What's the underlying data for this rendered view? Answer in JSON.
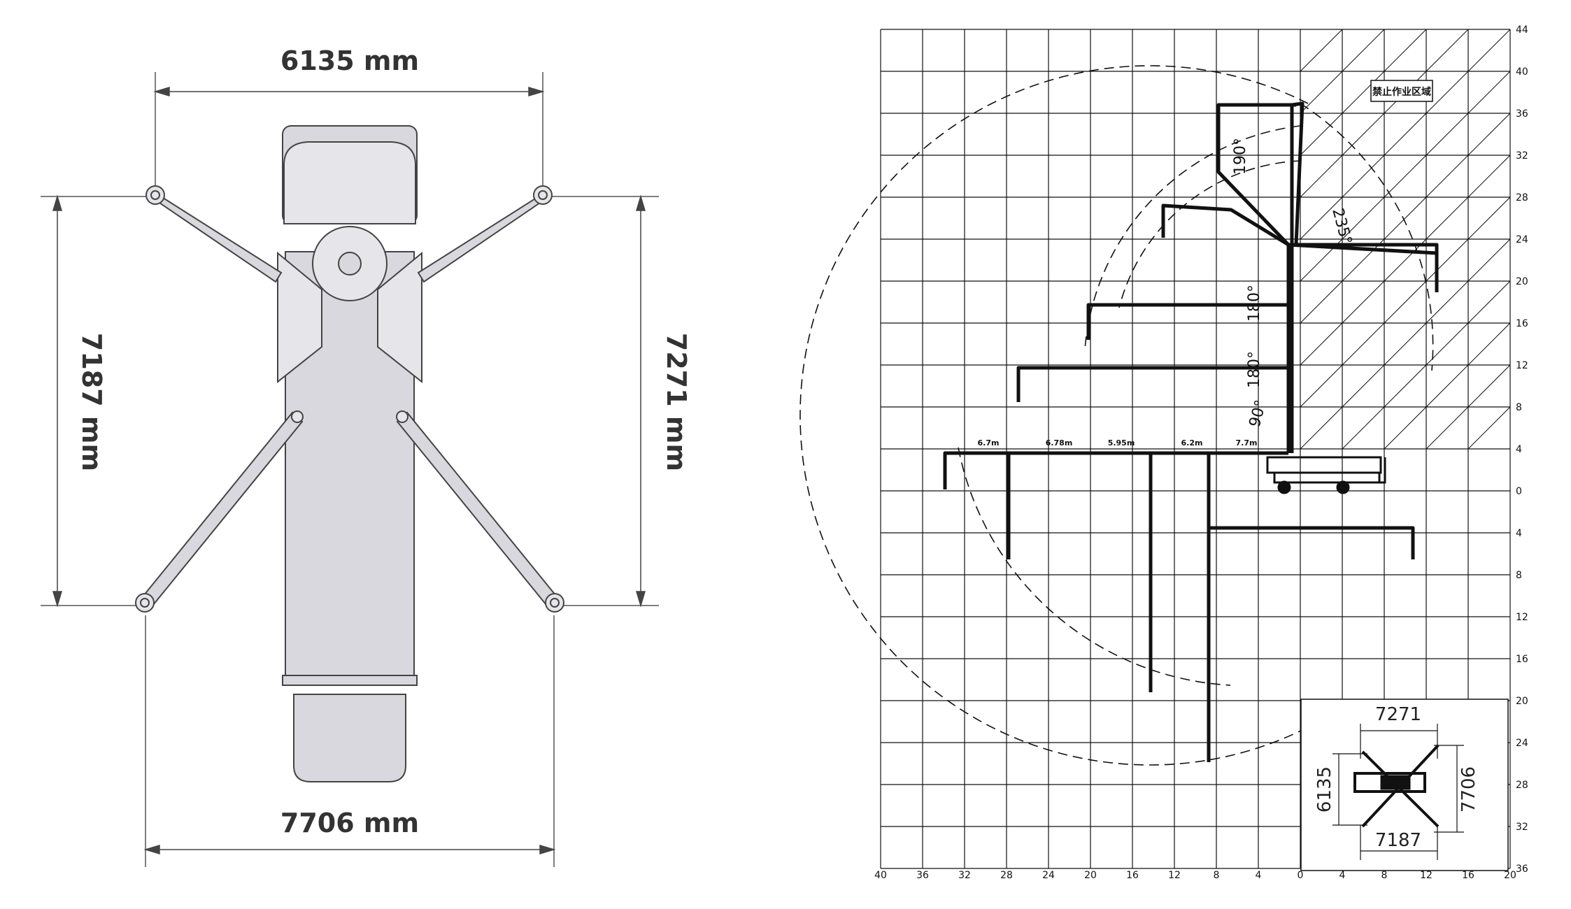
{
  "outrigger_top_view": {
    "front_span": "6135 mm",
    "rear_span": "7706 mm",
    "left_length": "7187 mm",
    "right_length": "7271 mm"
  },
  "reach_chart": {
    "forbidden_zone_label": "禁止作业区域",
    "x_ticks": [
      "40",
      "36",
      "32",
      "28",
      "24",
      "20",
      "16",
      "12",
      "8",
      "4",
      "0",
      "4",
      "8",
      "12",
      "16",
      "20"
    ],
    "y_ticks": [
      "44",
      "40",
      "36",
      "32",
      "28",
      "24",
      "20",
      "16",
      "12",
      "8",
      "4",
      "0",
      "4",
      "8",
      "12",
      "16",
      "20",
      "24",
      "28",
      "32",
      "36"
    ],
    "boom_sections": [
      "6.7m",
      "6.78m",
      "5.95m",
      "6.2m",
      "7.7m"
    ],
    "angles": [
      "190°",
      "235°",
      "180°",
      "180°",
      "90°"
    ],
    "inset": {
      "top": "7271",
      "bottom": "7187",
      "left": "6135",
      "right": "7706"
    }
  }
}
